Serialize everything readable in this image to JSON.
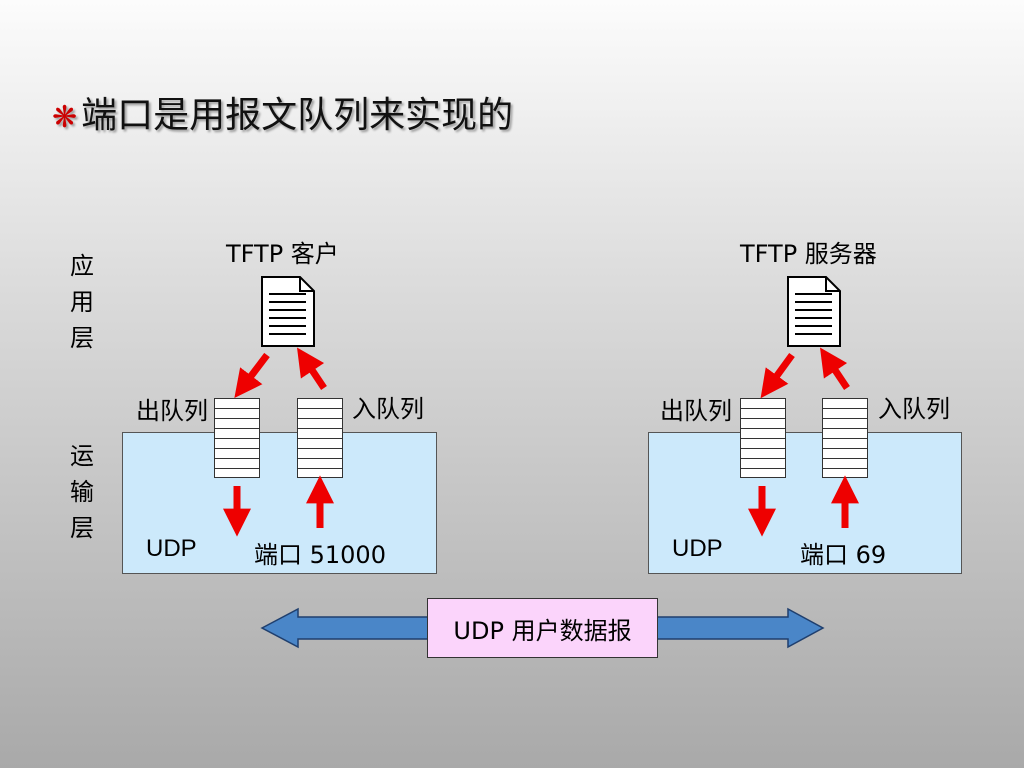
{
  "title": {
    "bullet": "❋",
    "text": "端口是用报文队列来实现的"
  },
  "layers": {
    "application": "应用层",
    "transport": "运输层"
  },
  "client": {
    "name": "TFTP 客户",
    "out_queue": "出队列",
    "in_queue": "入队列",
    "protocol": "UDP",
    "port": "端口 51000"
  },
  "server": {
    "name": "TFTP 服务器",
    "out_queue": "出队列",
    "in_queue": "入队列",
    "protocol": "UDP",
    "port": "端口 69"
  },
  "datagram": "UDP 用户数据报",
  "colors": {
    "arrow_red": "#ee0000",
    "transport_box": "#cce9fb",
    "datagram_box": "#fbd4fb",
    "double_arrow": "#4a86c8"
  },
  "icons": [
    "document-icon",
    "document-icon"
  ]
}
